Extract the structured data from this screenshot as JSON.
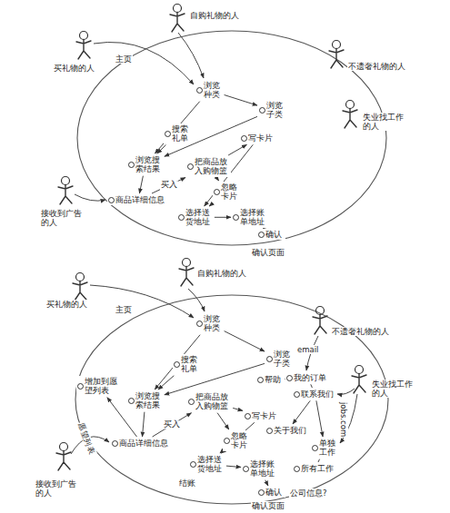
{
  "diagram": {
    "nodes": [
      {
        "text": [
          "浏览种类"
        ]
      },
      {
        "text": [
          "浏览子类"
        ]
      },
      {
        "text": [
          "搜索礼单"
        ]
      },
      {
        "text": [
          "浏览搜索结果"
        ]
      },
      {
        "text": [
          "把商品放入购物篮"
        ]
      },
      {
        "text": [
          "写卡片"
        ]
      },
      {
        "text": [
          "商品详细信息"
        ]
      },
      {
        "text": [
          "忽略卡片"
        ]
      },
      {
        "text": [
          "选择送货地址"
        ]
      },
      {
        "text": [
          "选择账单地址"
        ]
      },
      {
        "text": [
          "确认"
        ]
      },
      {
        "text": [
          "浏览种类"
        ]
      },
      {
        "text": [
          "浏览子类"
        ]
      },
      {
        "text": [
          "搜索礼单"
        ]
      },
      {
        "text": [
          "增加到愿望列表"
        ]
      },
      {
        "text": [
          "浏览搜索结果"
        ]
      },
      {
        "text": [
          "把商品放入购物篮"
        ]
      },
      {
        "text": [
          "帮助"
        ]
      },
      {
        "text": [
          "我的订单"
        ]
      },
      {
        "text": [
          "联系我们"
        ]
      },
      {
        "text": [
          "写卡片"
        ]
      },
      {
        "text": [
          "关于我们"
        ]
      },
      {
        "text": [
          "单独工作"
        ]
      },
      {
        "text": [
          "商品详细信息"
        ]
      },
      {
        "text": [
          "忽略卡片"
        ]
      },
      {
        "text": [
          "所有工作"
        ]
      },
      {
        "text": [
          "选择送货地址"
        ]
      },
      {
        "text": [
          "选择账单地址"
        ]
      },
      {
        "text": [
          "确认"
        ]
      }
    ],
    "edges": [
      {
        "from": 0,
        "to": 1,
        "arrow": "to"
      },
      {
        "from": 0,
        "to": 3,
        "arrow": "to"
      },
      {
        "from": 1,
        "to": 3,
        "arrow": "to"
      },
      {
        "from": 2,
        "to": 3,
        "arrow": "to"
      },
      {
        "from": 3,
        "to": 6,
        "arrow": "to"
      },
      {
        "from": 6,
        "to": 4,
        "label": "买入",
        "arrow": "to"
      },
      {
        "from": 4,
        "to": 5,
        "arrow": "to"
      },
      {
        "from": 4,
        "to": 7,
        "arrow": "to"
      },
      {
        "from": 5,
        "to": 8,
        "arrow": "to"
      },
      {
        "from": 7,
        "to": 8,
        "arrow": "to"
      },
      {
        "from": 8,
        "to": 9,
        "arrow": "to"
      },
      {
        "from": 9,
        "to": 10,
        "arrow": "to"
      },
      {
        "from": 11,
        "to": 12,
        "arrow": "to"
      },
      {
        "from": 11,
        "to": 15,
        "arrow": "to"
      },
      {
        "from": 12,
        "to": 15,
        "arrow": "to"
      },
      {
        "from": 13,
        "to": 15,
        "arrow": "to"
      },
      {
        "from": 15,
        "to": 23,
        "arrow": "to"
      },
      {
        "from": 23,
        "to": 16,
        "label": "买入",
        "arrow": "to"
      },
      {
        "from": 23,
        "to": 14,
        "arrow": "to"
      },
      {
        "from": 16,
        "to": 20,
        "arrow": "to"
      },
      {
        "from": 16,
        "to": 24,
        "arrow": "to"
      },
      {
        "from": 20,
        "to": 26,
        "arrow": "to"
      },
      {
        "from": 24,
        "to": 26,
        "arrow": "to"
      },
      {
        "from": 26,
        "to": 27,
        "arrow": "to"
      },
      {
        "from": 27,
        "to": 28,
        "arrow": "to"
      },
      {
        "from": 17,
        "to": 18,
        "arrow": "none"
      },
      {
        "from": 18,
        "to": 19,
        "arrow": "none"
      },
      {
        "from": 19,
        "to": 21,
        "arrow": "to"
      },
      {
        "from": 19,
        "to": 22,
        "arrow": "to"
      },
      {
        "from": 22,
        "to": 25,
        "arrow": "none"
      }
    ],
    "labels": [
      "自购礼物的人",
      "买礼物的人",
      "不遗奢礼物的人",
      "失业找工作的人",
      "接收到广告的人",
      "主页",
      "确认页面",
      "自购礼物的人",
      "买礼物的人",
      "不遗奢礼物的人",
      "失业找工作的人",
      "接收到广告的人",
      "主页",
      "email",
      "jobs.com",
      "愿望列表",
      "结账",
      "公司信息?",
      "确认页面"
    ]
  }
}
